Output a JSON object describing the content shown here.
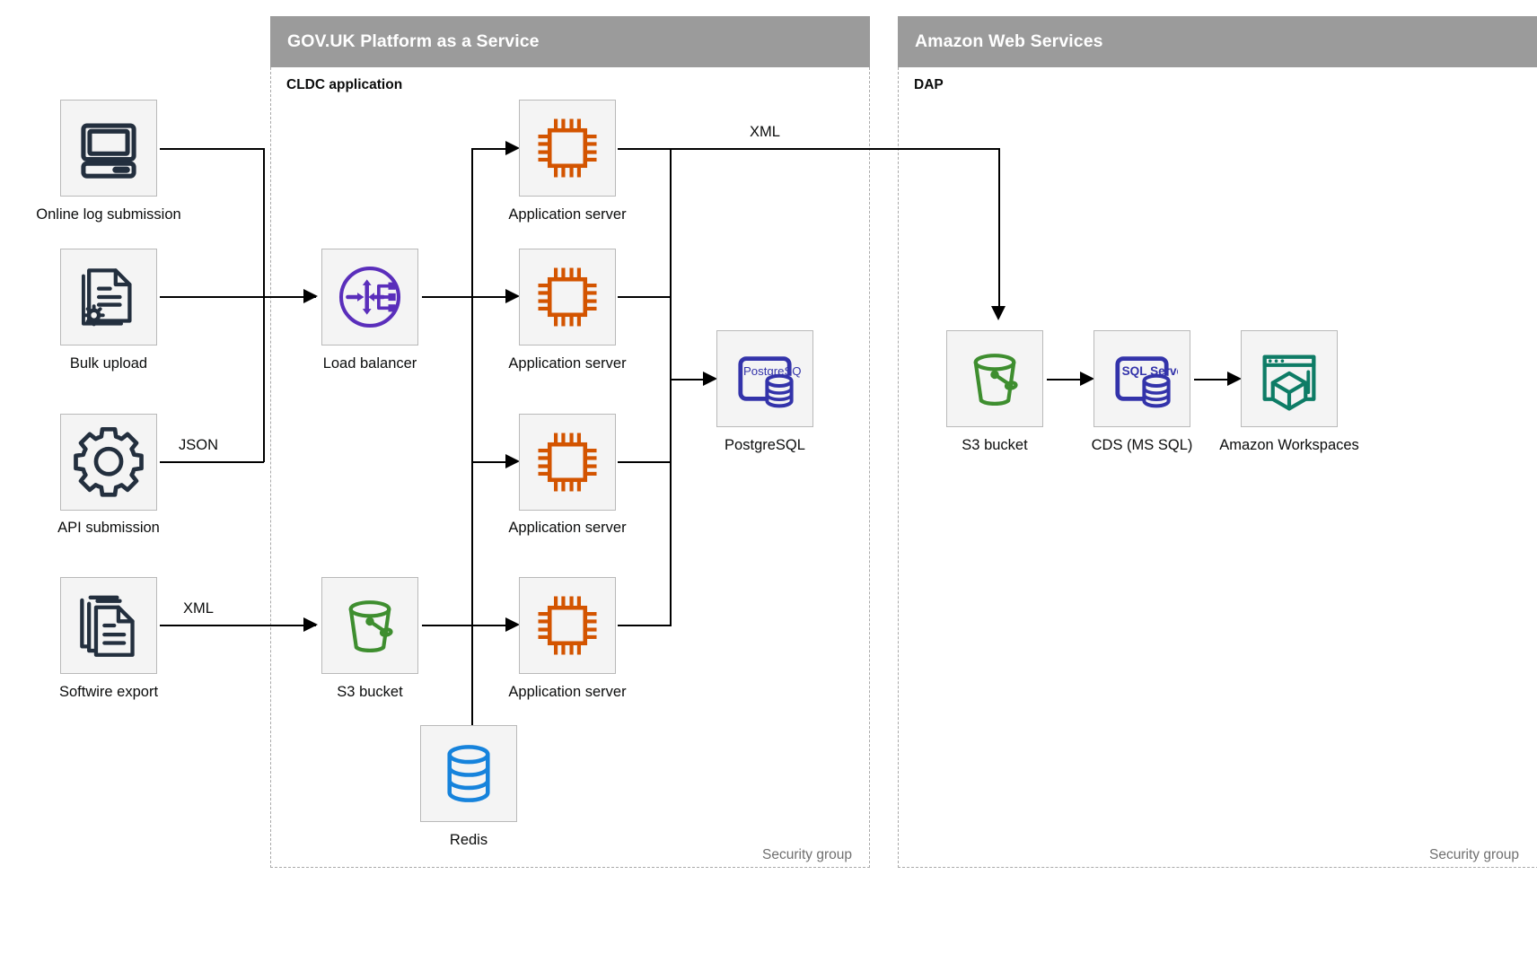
{
  "diagram": {
    "title_groups": [
      {
        "id": "paas",
        "label": "GOV.UK Platform as a Service",
        "sub_label": "CLDC application",
        "security_label": "Security group"
      },
      {
        "id": "aws",
        "label": "Amazon Web Services",
        "sub_label": "DAP",
        "security_label": "Security group"
      }
    ],
    "nodes": [
      {
        "id": "online-log-submission",
        "label": "Online log submission",
        "icon": "desktop-computer-icon",
        "color": "#232F3E"
      },
      {
        "id": "bulk-upload",
        "label": "Bulk upload",
        "icon": "document-gear-icon",
        "color": "#232F3E"
      },
      {
        "id": "api-submission",
        "label": "API submission",
        "icon": "gear-icon",
        "color": "#232F3E"
      },
      {
        "id": "softwire-export",
        "label": "Softwire export",
        "icon": "document-stack-icon",
        "color": "#232F3E"
      },
      {
        "id": "load-balancer",
        "label": "Load balancer",
        "icon": "load-balancer-icon",
        "color": "#5A2EBB"
      },
      {
        "id": "app-server-1",
        "label": "Application server",
        "icon": "cpu-chip-icon",
        "color": "#D35400"
      },
      {
        "id": "app-server-2",
        "label": "Application server",
        "icon": "cpu-chip-icon",
        "color": "#D35400"
      },
      {
        "id": "app-server-3",
        "label": "Application server",
        "icon": "cpu-chip-icon",
        "color": "#D35400"
      },
      {
        "id": "app-server-4",
        "label": "Application server",
        "icon": "cpu-chip-icon",
        "color": "#D35400"
      },
      {
        "id": "postgresql",
        "label": "PostgreSQL",
        "icon": "postgresql-icon",
        "icon_text": "PostgreSQL",
        "color": "#3333AA"
      },
      {
        "id": "s3-bucket-paas",
        "label": "S3 bucket",
        "icon": "s3-bucket-icon",
        "color": "#3E8E2F"
      },
      {
        "id": "redis",
        "label": "Redis",
        "icon": "redis-database-icon",
        "color": "#1683DC"
      },
      {
        "id": "s3-bucket-aws",
        "label": "S3 bucket",
        "icon": "s3-bucket-icon",
        "color": "#3E8E2F"
      },
      {
        "id": "cds-ms-sql",
        "label": "CDS (MS SQL)",
        "icon": "sql-server-icon",
        "icon_text": "SQL Server",
        "color": "#3333AA"
      },
      {
        "id": "amazon-workspaces",
        "label": "Amazon Workspaces",
        "icon": "workspaces-icon",
        "color": "#0E7C66"
      }
    ],
    "edge_labels": [
      {
        "id": "json-label",
        "text": "JSON"
      },
      {
        "id": "xml-label-source",
        "text": "XML"
      },
      {
        "id": "xml-label-export",
        "text": "XML"
      }
    ],
    "colors": {
      "group_header_bg": "#9b9b9b",
      "node_bg": "#f4f4f4",
      "node_border": "#b9b9b9",
      "connector": "#000000",
      "dashed_border": "#a9a9a9",
      "aws_navy": "#232F3E",
      "orange": "#D35400",
      "purple": "#5A2EBB",
      "green": "#3E8E2F",
      "blue": "#1683DC",
      "indigo": "#3333AA",
      "teal": "#0E7C66"
    }
  }
}
